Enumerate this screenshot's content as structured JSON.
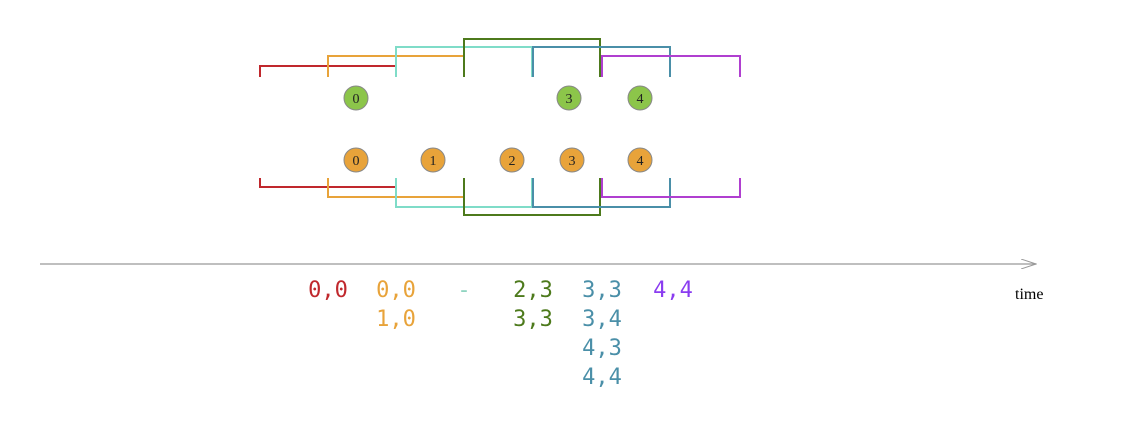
{
  "colors": {
    "red": "#c0282d",
    "orange": "#e8a33a",
    "aqua": "#7fdcc8",
    "olive": "#4d7a1c",
    "steel": "#4a8fa8",
    "violet": "#b03fd0",
    "violet_text": "#8a3cf0",
    "gray_text": "#8fd4c0",
    "axis": "#999999",
    "circle_green": "#8cc54a",
    "circle_orange": "#e8a33a"
  },
  "windows": [
    {
      "color": "red"
    },
    {
      "color": "orange"
    },
    {
      "color": "aqua"
    },
    {
      "color": "olive"
    },
    {
      "color": "steel"
    },
    {
      "color": "violet"
    }
  ],
  "top_events": [
    {
      "label": "0"
    },
    {
      "label": "3"
    },
    {
      "label": "4"
    }
  ],
  "bottom_events": [
    {
      "label": "0"
    },
    {
      "label": "1"
    },
    {
      "label": "2"
    },
    {
      "label": "3"
    },
    {
      "label": "4"
    }
  ],
  "axis_label": "time",
  "pair_columns": [
    {
      "color": "red",
      "lines": [
        "0,0"
      ]
    },
    {
      "color": "orange",
      "lines": [
        "0,0",
        "1,0"
      ]
    },
    {
      "color": "gray_text",
      "lines": [
        "-"
      ]
    },
    {
      "color": "olive",
      "lines": [
        "2,3",
        "3,3"
      ]
    },
    {
      "color": "steel",
      "lines": [
        "3,3",
        "3,4",
        "4,3",
        "4,4"
      ]
    },
    {
      "color": "violet_text",
      "lines": [
        "4,4"
      ]
    }
  ]
}
